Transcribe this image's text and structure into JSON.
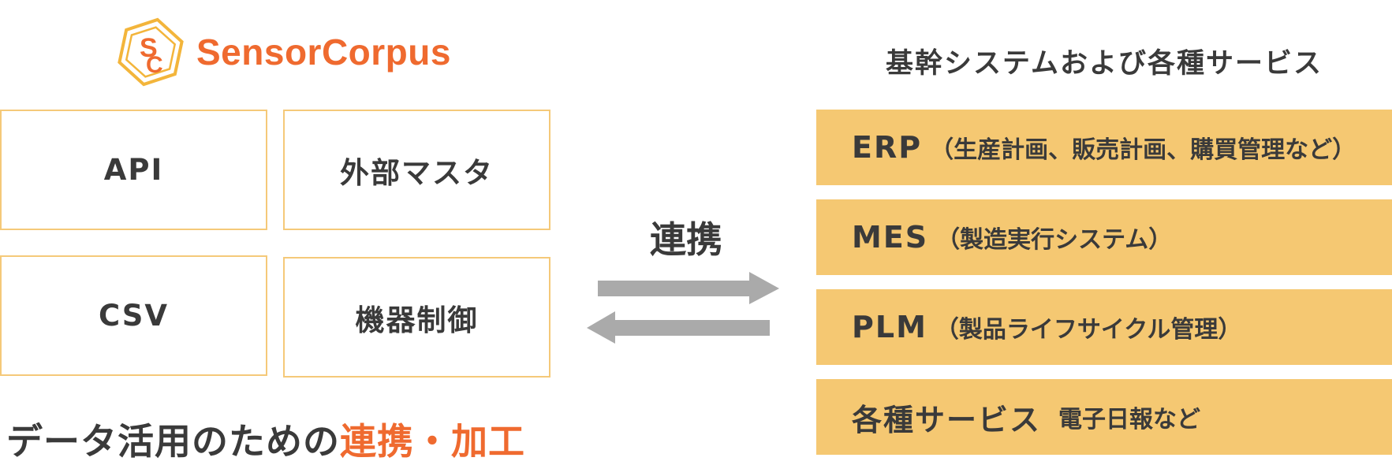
{
  "logo": {
    "icon": "sensorcorpus-hexagon-logo",
    "text": "SensorCorpus",
    "colors": {
      "primary": "#ef6a2f",
      "secondary": "#f3b53b"
    }
  },
  "features": [
    {
      "label": "API"
    },
    {
      "label": "外部マスタ"
    },
    {
      "label": "CSV"
    },
    {
      "label": "機器制御"
    }
  ],
  "caption": {
    "prefix": "データ活用のための",
    "accent": "連携・加工"
  },
  "link": {
    "label": "連携",
    "arrow_icon": "bidirectional-arrows-icon"
  },
  "systems": {
    "title": "基幹システムおよび各種サービス",
    "items": [
      {
        "name": "ERP",
        "desc": "（生産計画、販売計画、購買管理など）"
      },
      {
        "name": "MES",
        "desc": "（製造実行システム）"
      },
      {
        "name": "PLM",
        "desc": "（製品ライフサイクル管理）"
      },
      {
        "name": "各種サービス",
        "desc": "電子日報など"
      }
    ]
  },
  "colors": {
    "accent_orange": "#ef6a2f",
    "box_border": "#f5c979",
    "system_fill": "#f5c872",
    "arrow_gray": "#aaaaaa",
    "text_dark": "#3a3a3a"
  }
}
